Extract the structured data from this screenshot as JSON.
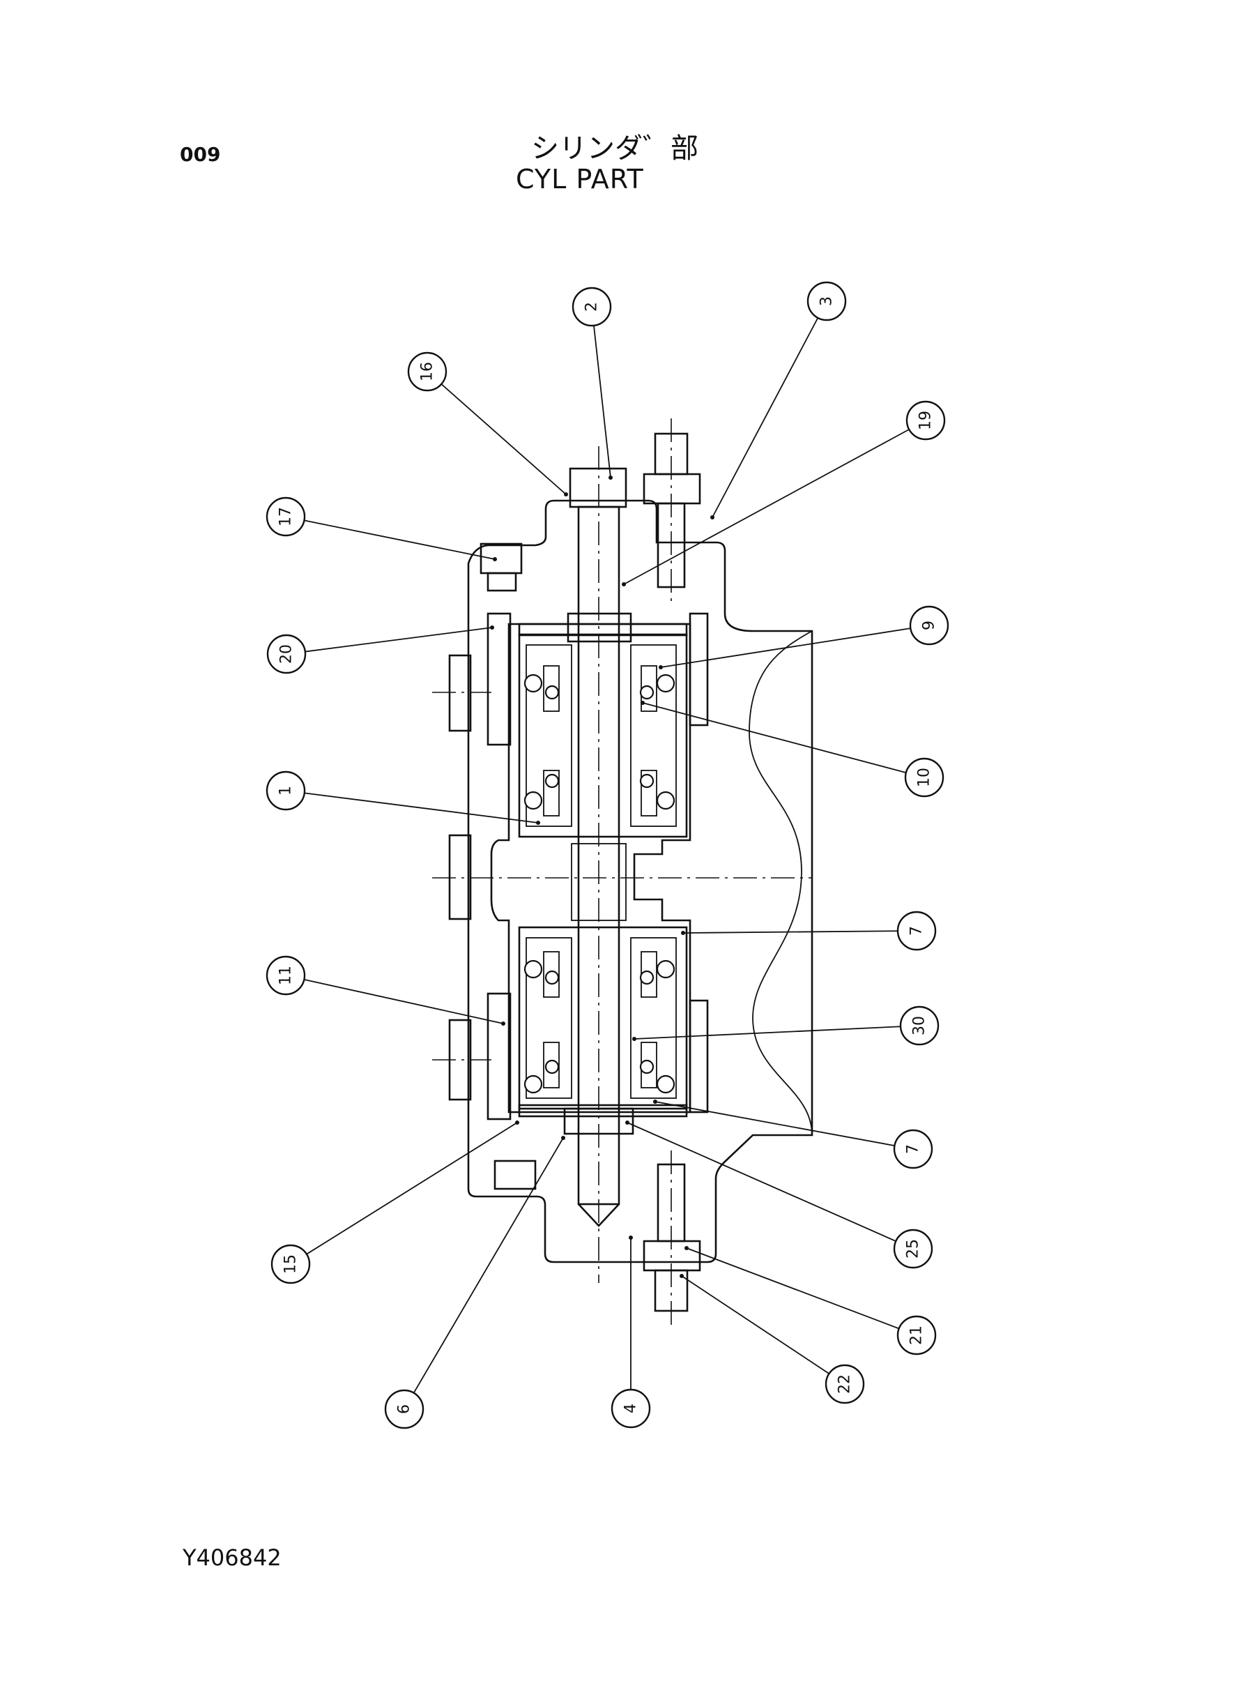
{
  "page_number": "009",
  "title_jp": "シリンダ゛部",
  "title_en": "CYL PART",
  "drawing_code": "Y406842",
  "callouts": [
    {
      "label": "2"
    },
    {
      "label": "3"
    },
    {
      "label": "16"
    },
    {
      "label": "19"
    },
    {
      "label": "17"
    },
    {
      "label": "20"
    },
    {
      "label": "9"
    },
    {
      "label": "10"
    },
    {
      "label": "1"
    },
    {
      "label": "7"
    },
    {
      "label": "11"
    },
    {
      "label": "30"
    },
    {
      "label": "7"
    },
    {
      "label": "15"
    },
    {
      "label": "25"
    },
    {
      "label": "21"
    },
    {
      "label": "22"
    },
    {
      "label": "6"
    },
    {
      "label": "4"
    }
  ]
}
